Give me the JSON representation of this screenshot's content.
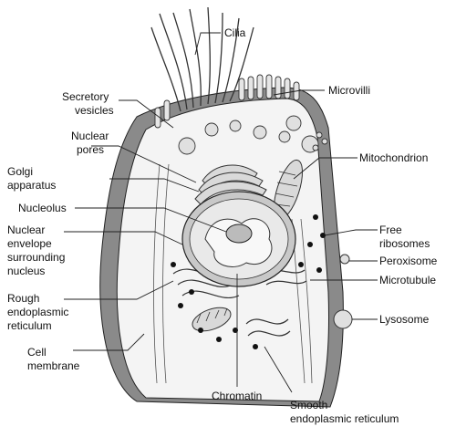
{
  "labels": {
    "cilia": "Cilia",
    "microvilli": "Microvilli",
    "secretory_vesicles": [
      "Secretory",
      "vesicles"
    ],
    "nuclear_pores": [
      "Nuclear",
      "pores"
    ],
    "golgi": [
      "Golgi",
      "apparatus"
    ],
    "nucleolus": "Nucleolus",
    "nuclear_envelope": [
      "Nuclear",
      "envelope",
      "surrounding",
      "nucleus"
    ],
    "rough_er": [
      "Rough",
      "endoplasmic",
      "reticulum"
    ],
    "cell_membrane": [
      "Cell",
      "membrane"
    ],
    "mitochondrion": "Mitochondrion",
    "free_ribosomes": [
      "Free",
      "ribosomes"
    ],
    "peroxisome": "Peroxisome",
    "microtubule": "Microtubule",
    "lysosome": "Lysosome",
    "chromatin": "Chromatin",
    "smooth_er": [
      "Smooth",
      "endoplasmic reticulum"
    ]
  },
  "colors": {
    "membrane_shade": "#8a8a8a",
    "cytoplasm": "#f4f4f4",
    "organelle_fill": "#d9d9d9",
    "nucleus_fill": "#c8c8c8",
    "line": "#222222"
  }
}
